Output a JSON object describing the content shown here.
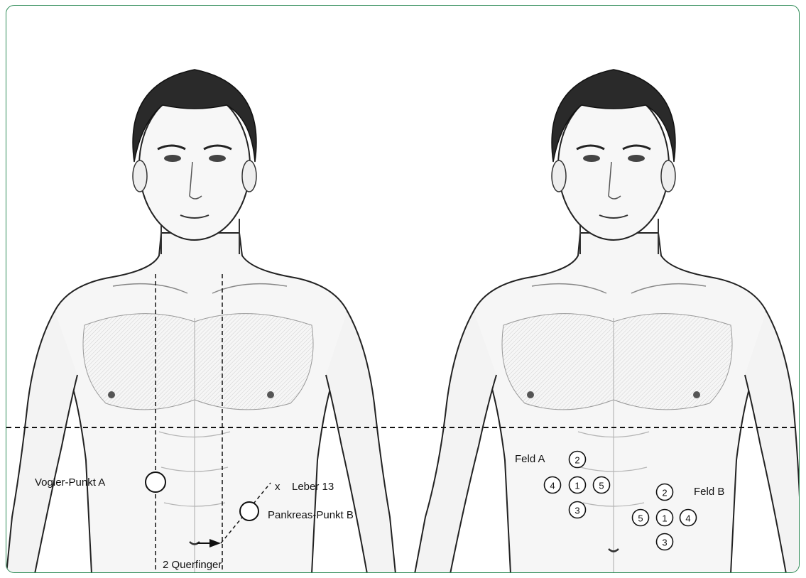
{
  "figure": {
    "frame_color": "#2e8b57",
    "ink_color": "#111111",
    "left_figure": {
      "labels": {
        "vogler": "Vogler-Punkt A",
        "leber": "Leber 13",
        "leber_marker": "x",
        "pankreas": "Pankreas-Punkt B",
        "querfinger": "2 Querfinger"
      }
    },
    "right_figure": {
      "labels": {
        "feld_a": "Feld A",
        "feld_b": "Feld B"
      },
      "feld_a_points": [
        "2",
        "4",
        "1",
        "5",
        "3"
      ],
      "feld_b_points": [
        "2",
        "5",
        "1",
        "4",
        "3"
      ]
    }
  }
}
